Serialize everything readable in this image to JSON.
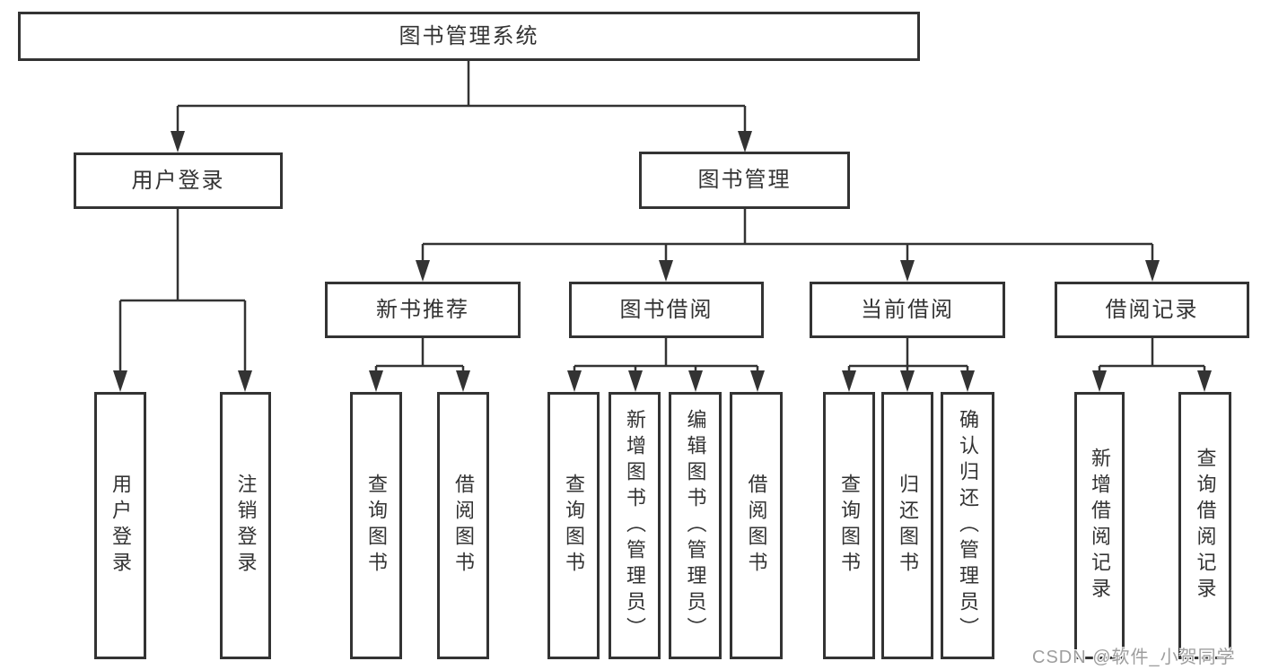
{
  "colors": {
    "line": "#333333",
    "border": "#333333",
    "text": "#333333",
    "background": "#ffffff",
    "watermark_text": "#9e9e9e"
  },
  "watermark": {
    "text": "CSDN @软件_小贺同学"
  },
  "tree": {
    "label": "图书管理系统",
    "children": [
      {
        "label": "用户登录",
        "children": [
          {
            "label": "用户登录"
          },
          {
            "label": "注销登录"
          }
        ]
      },
      {
        "label": "图书管理",
        "children": [
          {
            "label": "新书推荐",
            "children": [
              {
                "label": "查询图书"
              },
              {
                "label": "借阅图书"
              }
            ]
          },
          {
            "label": "图书借阅",
            "children": [
              {
                "label": "查询图书"
              },
              {
                "label": "新增图书（管理员）"
              },
              {
                "label": "编辑图书（管理员）"
              },
              {
                "label": "借阅图书"
              }
            ]
          },
          {
            "label": "当前借阅",
            "children": [
              {
                "label": "查询图书"
              },
              {
                "label": "归还图书"
              },
              {
                "label": "确认归还（管理员）"
              }
            ]
          },
          {
            "label": "借阅记录",
            "children": [
              {
                "label": "新增借阅记录"
              },
              {
                "label": "查询借阅记录"
              }
            ]
          }
        ]
      }
    ]
  }
}
